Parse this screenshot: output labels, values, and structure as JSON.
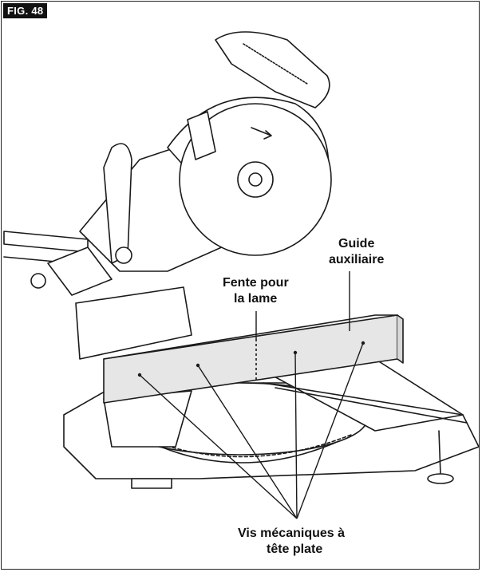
{
  "figure": {
    "tag": "FIG. 48"
  },
  "labels": {
    "auxiliary_fence": [
      "Guide",
      "auxiliaire"
    ],
    "blade_slot": [
      "Fente pour",
      "la lame"
    ],
    "screws": [
      "Vis mécaniques à",
      "tête plate"
    ]
  },
  "colors": {
    "fence_fill": "#e6e6e6",
    "line": "#1a1a1a",
    "tag_bg": "#111111"
  }
}
